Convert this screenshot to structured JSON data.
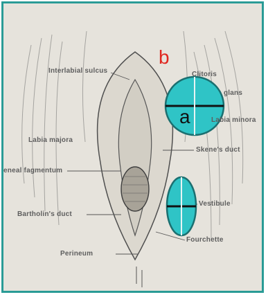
{
  "figure": {
    "measure_labels": {
      "b": "b",
      "a": "a"
    },
    "anatomy_labels": {
      "interlabial_sulcus": "Interlabial sulcus",
      "clitoris": "Clitoris",
      "glans": "glans",
      "labia_minora": "Labia minora",
      "labia_majora": "Labia majora",
      "skenes_duct": "Skene's duct",
      "hymeneal_fragmentum": "eneal fagmentum",
      "vestibule": "Vestibule",
      "bartholins_duct": "Bartholin's duct",
      "fourchette": "Fourchette",
      "perineum": "Perineum"
    },
    "colors": {
      "frame_border": "#2a9b96",
      "paper": "#e6e3dc",
      "overlay_fill": "#2fc4c6",
      "overlay_stroke": "#1b6f70",
      "label_red": "#e0271f"
    }
  }
}
